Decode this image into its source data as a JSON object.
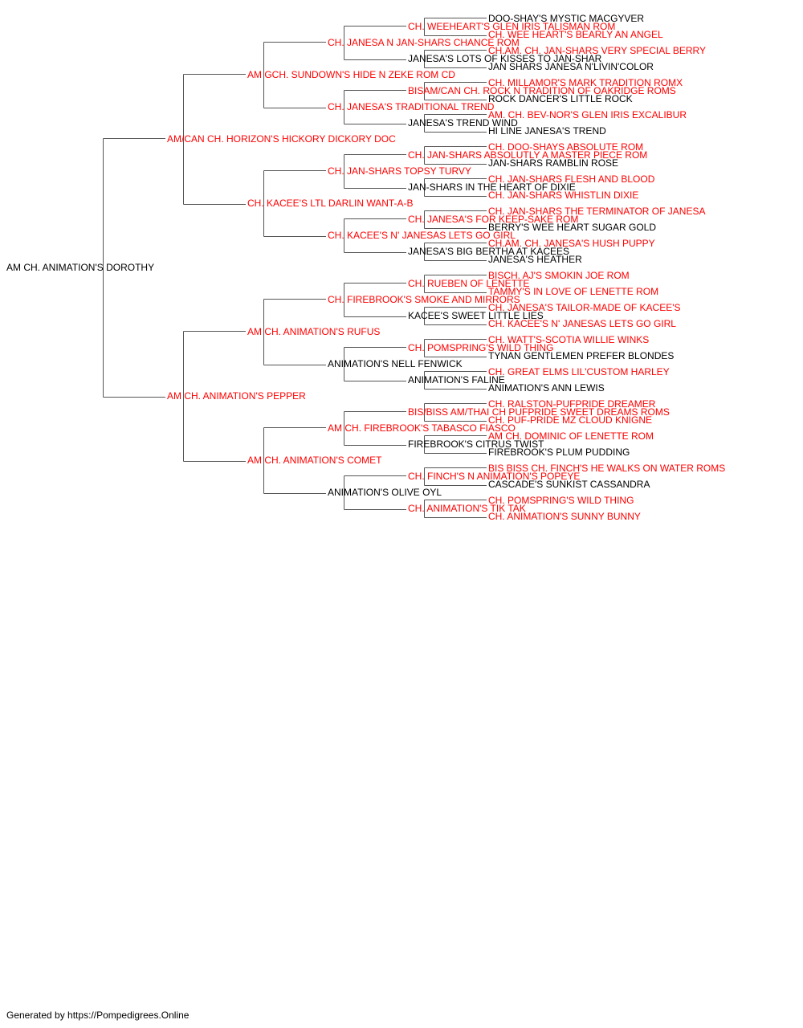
{
  "colors": {
    "champion": "#ff0000",
    "normal": "#000000",
    "line": "#555555"
  },
  "pedigree": {
    "name": "AM CH. ANIMATION'S DOROTHY",
    "champion": false,
    "sire": {
      "name": "AM/CAN CH. HORIZON'S HICKORY DICKORY DOC",
      "champion": true,
      "sire": {
        "name": "AM GCH. SUNDOWN'S HIDE N ZEKE ROM CD",
        "champion": true,
        "sire": {
          "name": "CH. JANESA N JAN-SHARS CHANCE ROM",
          "champion": true,
          "sire": {
            "name": "CH. WEEHEART'S GLEN IRIS TALISMAN ROM",
            "champion": true,
            "sire": {
              "name": "DOO-SHAY'S MYSTIC MACGYVER",
              "champion": false
            },
            "dam": {
              "name": "CH. WEE HEART'S BEARLY AN ANGEL",
              "champion": true
            }
          },
          "dam": {
            "name": "JANESA'S LOTS OF KISSES TO JAN-SHAR",
            "champion": false,
            "sire": {
              "name": "CH.AM. CH. JAN-SHARS VERY SPECIAL BERRY",
              "champion": true
            },
            "dam": {
              "name": "JAN SHARS JANESA N'LIVIN'COLOR",
              "champion": false
            }
          }
        },
        "dam": {
          "name": "CH. JANESA'S TRADITIONAL TREND",
          "champion": true,
          "sire": {
            "name": "BISAM/CAN CH. ROCK N TRADITION OF OAKRIDGE ROMS",
            "champion": true,
            "sire": {
              "name": "CH. MILLAMOR'S MARK TRADITION ROMX",
              "champion": true
            },
            "dam": {
              "name": "ROCK DANCER'S LITTLE ROCK",
              "champion": false
            }
          },
          "dam": {
            "name": "JANESA'S TREND WIND",
            "champion": false,
            "sire": {
              "name": "AM. CH. BEV-NOR'S GLEN IRIS EXCALIBUR",
              "champion": true
            },
            "dam": {
              "name": "HI LINE JANESA'S TREND",
              "champion": false
            }
          }
        }
      },
      "dam": {
        "name": "CH. KACEE'S LTL DARLIN WANT-A-B",
        "champion": true,
        "sire": {
          "name": "CH. JAN-SHARS TOPSY TURVY",
          "champion": true,
          "sire": {
            "name": "CH. JAN-SHARS ABSOLUTLY A MASTER PIECE ROM",
            "champion": true,
            "sire": {
              "name": "CH. DOO-SHAYS ABSOLUTE ROM",
              "champion": true
            },
            "dam": {
              "name": "JAN-SHARS RAMBLIN ROSE",
              "champion": false
            }
          },
          "dam": {
            "name": "JAN-SHARS IN THE HEART OF DIXIE",
            "champion": false,
            "sire": {
              "name": "CH. JAN-SHARS FLESH AND BLOOD",
              "champion": true
            },
            "dam": {
              "name": "CH. JAN-SHARS WHISTLIN DIXIE",
              "champion": true
            }
          }
        },
        "dam": {
          "name": "CH. KACEE'S N' JANESAS LETS GO GIRL",
          "champion": true,
          "sire": {
            "name": "CH. JANESA'S FOR KEEP-SAKE ROM",
            "champion": true,
            "sire": {
              "name": "CH. JAN-SHARS THE TERMINATOR OF JANESA",
              "champion": true
            },
            "dam": {
              "name": "BERRY'S WEE HEART SUGAR GOLD",
              "champion": false
            }
          },
          "dam": {
            "name": "JANESA'S BIG BERTHA AT KACEES",
            "champion": false,
            "sire": {
              "name": "CH.AM. CH. JANESA'S HUSH PUPPY",
              "champion": true
            },
            "dam": {
              "name": "JANESA'S HEATHER",
              "champion": false
            }
          }
        }
      }
    },
    "dam": {
      "name": "AM CH. ANIMATION'S PEPPER",
      "champion": true,
      "sire": {
        "name": "AM CH. ANIMATION'S RUFUS",
        "champion": true,
        "sire": {
          "name": "CH. FIREBROOK'S SMOKE AND MIRRORS",
          "champion": true,
          "sire": {
            "name": "CH. RUEBEN OF LENETTE",
            "champion": true,
            "sire": {
              "name": "BISCH. AJ'S SMOKIN JOE ROM",
              "champion": true
            },
            "dam": {
              "name": "TAMMY'S IN LOVE OF LENETTE ROM",
              "champion": true
            }
          },
          "dam": {
            "name": "KACEE'S SWEET LITTLE LIES",
            "champion": false,
            "sire": {
              "name": "CH. JANESA'S TAILOR-MADE OF KACEE'S",
              "champion": true
            },
            "dam": {
              "name": "CH. KACEE'S N' JANESAS LETS GO GIRL",
              "champion": true
            }
          }
        },
        "dam": {
          "name": "ANIMATION'S NELL FENWICK",
          "champion": false,
          "sire": {
            "name": "CH. POMSPRING'S WILD THING",
            "champion": true,
            "sire": {
              "name": "CH. WATT'S-SCOTIA WILLIE WINKS",
              "champion": true
            },
            "dam": {
              "name": "TYNAN GENTLEMEN PREFER BLONDES",
              "champion": false
            }
          },
          "dam": {
            "name": "ANIMATION'S FALINE",
            "champion": false,
            "sire": {
              "name": "CH. GREAT ELMS LIL'CUSTOM HARLEY",
              "champion": true
            },
            "dam": {
              "name": "ANIMATION'S ANN LEWIS",
              "champion": false
            }
          }
        }
      },
      "dam": {
        "name": "AM CH. ANIMATION'S COMET",
        "champion": true,
        "sire": {
          "name": "AM CH. FIREBROOK'S TABASCO FIASCO",
          "champion": true,
          "sire": {
            "name": "BIS/BISS AM/THAI CH PUFPRIDE SWEET DREAMS ROMS",
            "champion": true,
            "sire": {
              "name": "CH. RALSTON-PUFPRIDE DREAMER",
              "champion": true
            },
            "dam": {
              "name": "CH. PUF-PRIDE MZ CLOUD KNIGNE",
              "champion": true
            }
          },
          "dam": {
            "name": "FIREBROOK'S CITRUS TWIST",
            "champion": false,
            "sire": {
              "name": "AM CH. DOMINIC OF LENETTE ROM",
              "champion": true
            },
            "dam": {
              "name": "FIREBROOK'S PLUM PUDDING",
              "champion": false
            }
          }
        },
        "dam": {
          "name": "ANIMATION'S OLIVE OYL",
          "champion": false,
          "sire": {
            "name": "CH. FINCH'S N ANIMATION'S POPEYE",
            "champion": true,
            "sire": {
              "name": "BIS BISS CH. FINCH'S HE WALKS ON WATER ROMS",
              "champion": true
            },
            "dam": {
              "name": "CASCADE'S SUNKIST CASSANDRA",
              "champion": false
            }
          },
          "dam": {
            "name": "CH. ANIMATION'S TIK TAK",
            "champion": true,
            "sire": {
              "name": "CH. POMSPRING'S WILD THING",
              "champion": true
            },
            "dam": {
              "name": "CH. ANIMATION'S SUNNY BUNNY",
              "champion": true
            }
          }
        }
      }
    }
  },
  "footer": {
    "text": "Generated by https://Pompedigrees.Online"
  }
}
